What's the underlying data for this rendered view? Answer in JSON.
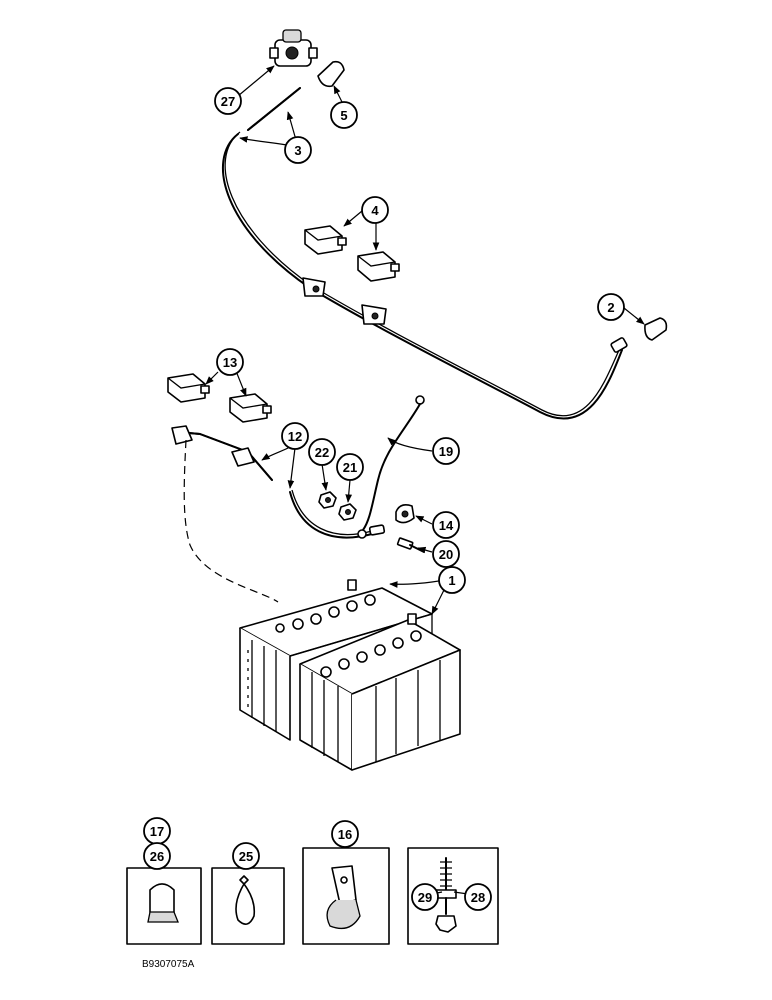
{
  "figure_code": "B9307075A",
  "callouts": {
    "c1": "1",
    "c2": "2",
    "c3": "3",
    "c4": "4",
    "c5": "5",
    "c12": "12",
    "c13": "13",
    "c14": "14",
    "c16": "16",
    "c17": "17",
    "c19": "19",
    "c20": "20",
    "c21": "21",
    "c22": "22",
    "c25": "25",
    "c26": "26",
    "c27": "27",
    "c28": "28",
    "c29": "29"
  }
}
